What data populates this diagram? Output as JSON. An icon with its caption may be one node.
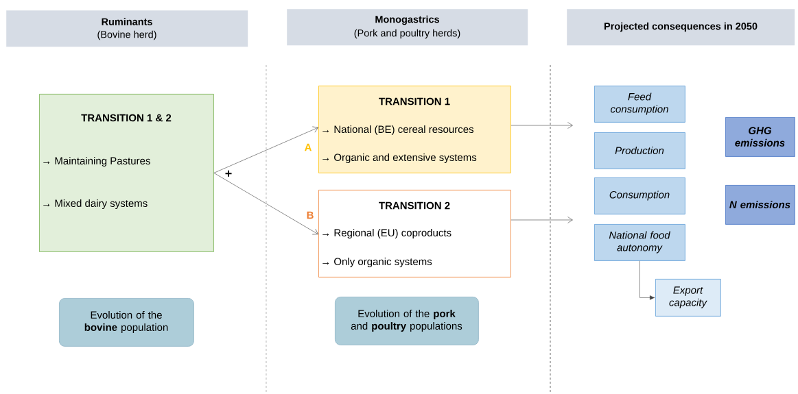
{
  "diagram": {
    "nodes": [
      {
        "text": [
          "Ruminants",
          "(Bovine herd)"
        ]
      },
      {
        "text": [
          "Monogastrics",
          "(Pork and poultry herds)"
        ]
      },
      {
        "text": [
          "Projected consequences in 2050"
        ]
      },
      {
        "text": [
          "TRANSITION 1 & 2",
          "→ Maintaining Pastures",
          "→ Mixed dairy systems"
        ]
      },
      {
        "text": [
          "TRANSITION 1",
          "→ National (BE) cereal resources",
          "→ Organic and extensive systems"
        ]
      },
      {
        "text": [
          "TRANSITION 2",
          "→ Regional (EU) coproducts",
          "→ Only organic systems"
        ]
      },
      {
        "text": [
          "Evolution of the **bovine** population"
        ]
      },
      {
        "text": [
          "Evolution of the **pork** and **poultry** populations"
        ]
      },
      {
        "text": [
          "Feed consumption"
        ]
      },
      {
        "text": [
          "Production"
        ]
      },
      {
        "text": [
          "Consumption"
        ]
      },
      {
        "text": [
          "National food autonomy"
        ]
      },
      {
        "text": [
          "Export capacity"
        ]
      },
      {
        "text": [
          "GHG emissions"
        ]
      },
      {
        "text": [
          "N emissions"
        ]
      }
    ],
    "edges": [
      {
        "from": 3,
        "to": 4,
        "arrow": "to",
        "label": "A"
      },
      {
        "from": 3,
        "to": 5,
        "arrow": "to",
        "label": "B"
      },
      {
        "from": 4,
        "to": null,
        "arrow": "to"
      },
      {
        "from": 5,
        "to": null,
        "arrow": "to"
      },
      {
        "from": 11,
        "to": 12,
        "arrow": "to"
      }
    ],
    "labels": [
      "+"
    ]
  }
}
